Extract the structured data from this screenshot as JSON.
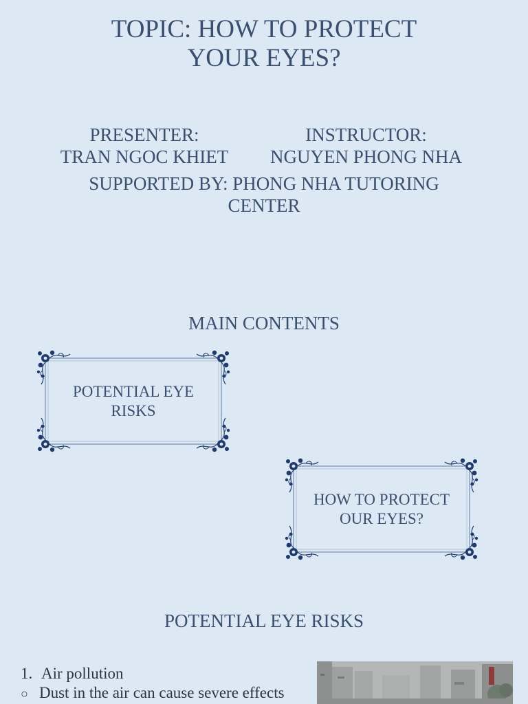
{
  "title": {
    "line1": "TOPIC: HOW TO PROTECT",
    "line2": "YOUR EYES?"
  },
  "presenter": {
    "label": "PRESENTER:",
    "name": "TRAN NGOC KHIET"
  },
  "instructor": {
    "label": "INSTRUCTOR:",
    "name": "NGUYEN PHONG NHA"
  },
  "supported_by": {
    "line1": "SUPPORTED BY: PHONG NHA TUTORING",
    "line2": "CENTER"
  },
  "main_contents": {
    "heading": "MAIN CONTENTS",
    "items": [
      {
        "line1": "POTENTIAL EYE",
        "line2": "RISKS"
      },
      {
        "line1": "HOW TO PROTECT",
        "line2": "OUR EYES?"
      }
    ]
  },
  "risks_section": {
    "heading": "POTENTIAL EYE RISKS",
    "list": [
      {
        "marker": "1.",
        "text": "Air pollution"
      },
      {
        "marker": "○",
        "text": "Dust in the air can cause severe effects"
      }
    ]
  },
  "colors": {
    "background": "#dce8f4",
    "text": "#3a4e6e",
    "ornament": "#1f3a6b"
  }
}
